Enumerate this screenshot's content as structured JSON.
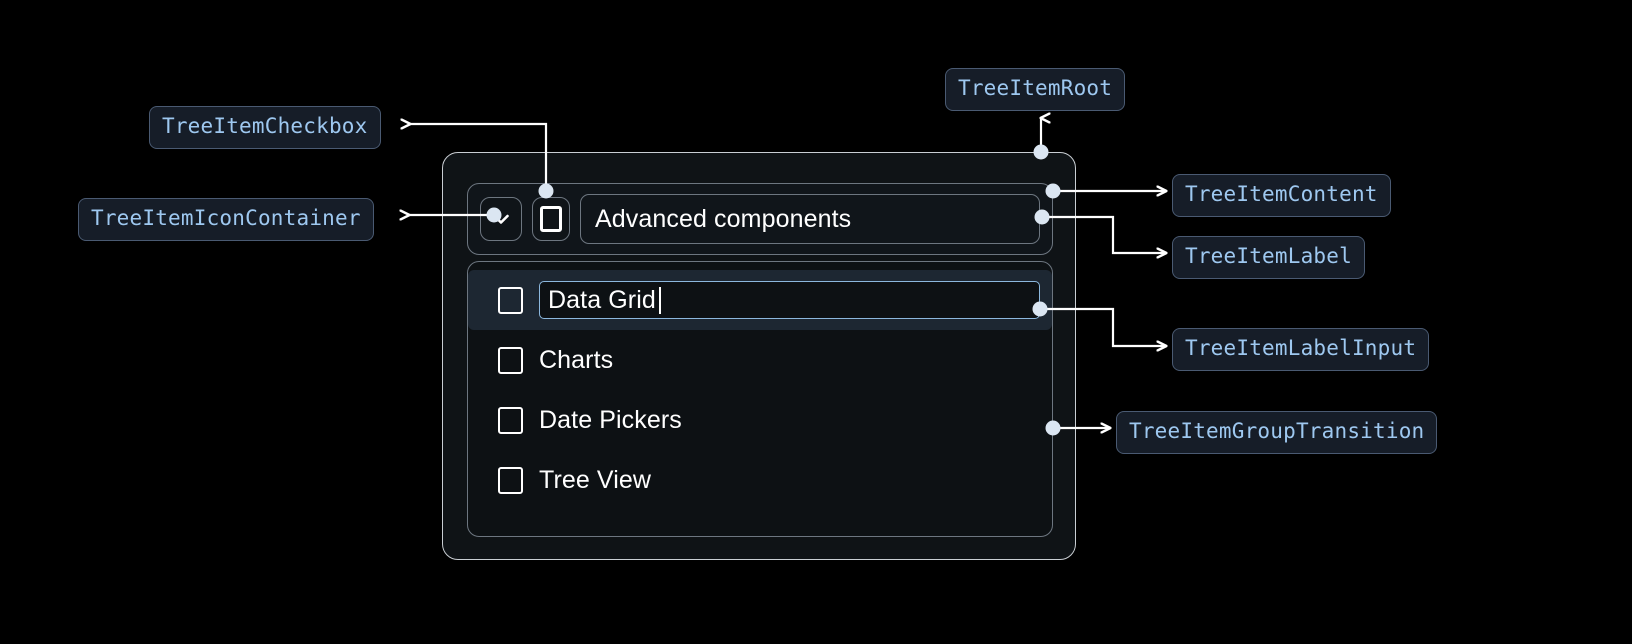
{
  "theme": {
    "page_background": "#000000",
    "card_background": "#0f1316",
    "group_background": "#0d1114",
    "badge_background": "#161d28",
    "badge_border": "#4a5a72",
    "badge_text": "#9ec8f0",
    "connector": "#ffffff",
    "dot": "#dbe6f2",
    "input_focus_border": "#8cb8de",
    "selected_row_background": "#1d2732",
    "text": "#ffffff"
  },
  "annotations": [
    {
      "id": "root",
      "label": "TreeItemRoot"
    },
    {
      "id": "checkbox",
      "label": "TreeItemCheckbox"
    },
    {
      "id": "icon_container",
      "label": "TreeItemIconContainer"
    },
    {
      "id": "content",
      "label": "TreeItemContent"
    },
    {
      "id": "label",
      "label": "TreeItemLabel"
    },
    {
      "id": "label_input",
      "label": "TreeItemLabelInput"
    },
    {
      "id": "group_transition",
      "label": "TreeItemGroupTransition"
    }
  ],
  "tree": {
    "root_item": {
      "label": "Advanced components",
      "expanded": true,
      "checked": false,
      "expand_icon": "chevron-down-icon"
    },
    "children": [
      {
        "label": "Data Grid",
        "checked": false,
        "editing": true,
        "selected": true
      },
      {
        "label": "Charts",
        "checked": false,
        "editing": false,
        "selected": false
      },
      {
        "label": "Date Pickers",
        "checked": false,
        "editing": false,
        "selected": false
      },
      {
        "label": "Tree View",
        "checked": false,
        "editing": false,
        "selected": false
      }
    ]
  }
}
